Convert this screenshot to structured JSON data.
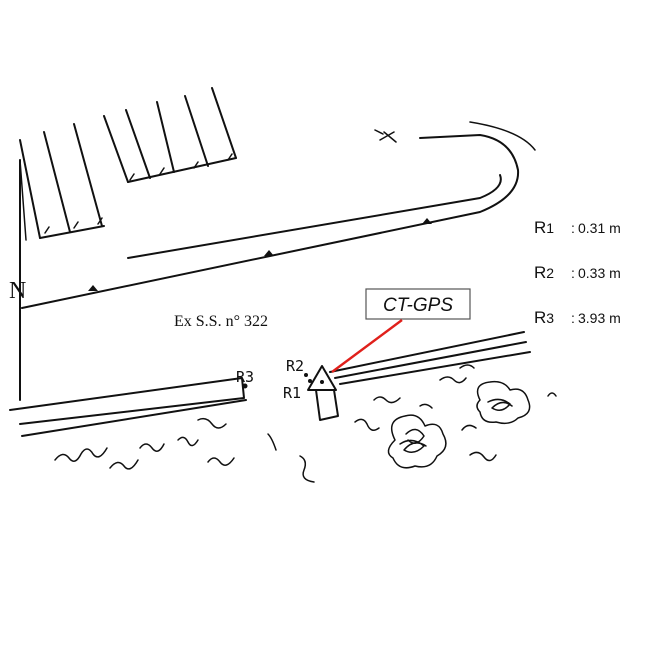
{
  "map": {
    "north_label": "N",
    "road_label": "Ex S.S. n° 322",
    "callout_label": "CT-GPS",
    "callout_color": "#e0201b",
    "reference_points": [
      {
        "label": "R1"
      },
      {
        "label": "R2"
      },
      {
        "label": "R3"
      }
    ],
    "legend": [
      {
        "key": "R",
        "sub": "1",
        "value": "0.31 m"
      },
      {
        "key": "R",
        "sub": "2",
        "value": "0.33 m"
      },
      {
        "key": "R",
        "sub": "3",
        "value": "3.93 m"
      }
    ]
  }
}
